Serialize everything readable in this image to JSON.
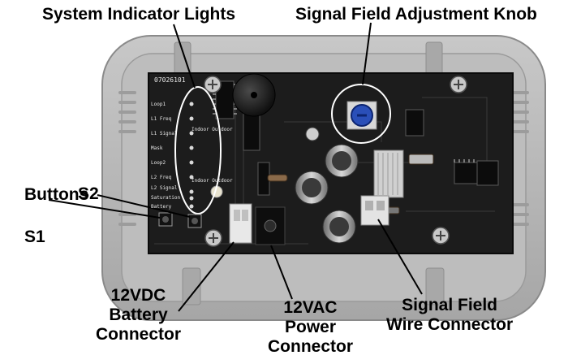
{
  "labels": {
    "system_indicator_lights": "System Indicator Lights",
    "signal_field_adjustment_knob": "Signal Field Adjustment Knob",
    "buttons": "Buttons",
    "s1": "S1",
    "s2": "S2",
    "battery_connector": "12VDC\nBattery\nConnector",
    "power_connector": "12VAC\nPower\nConnector",
    "wire_connector": "Signal Field\nWire Connector"
  },
  "board": {
    "part_number": "07026101",
    "indicator_rows": [
      "Loop1",
      "L1 Freq",
      "L1 Signal",
      "Mask",
      "Loop2",
      "L2 Freq",
      "L2 Signal",
      "Saturation",
      "Battery"
    ],
    "mode_labels": [
      "Indoor Outdoor",
      "Indoor Outdoor"
    ]
  },
  "colors": {
    "housing": "#b4b4b4",
    "housing_edge": "#8c8c8c",
    "board": "#1c1c1c",
    "label_text": "#000000"
  }
}
